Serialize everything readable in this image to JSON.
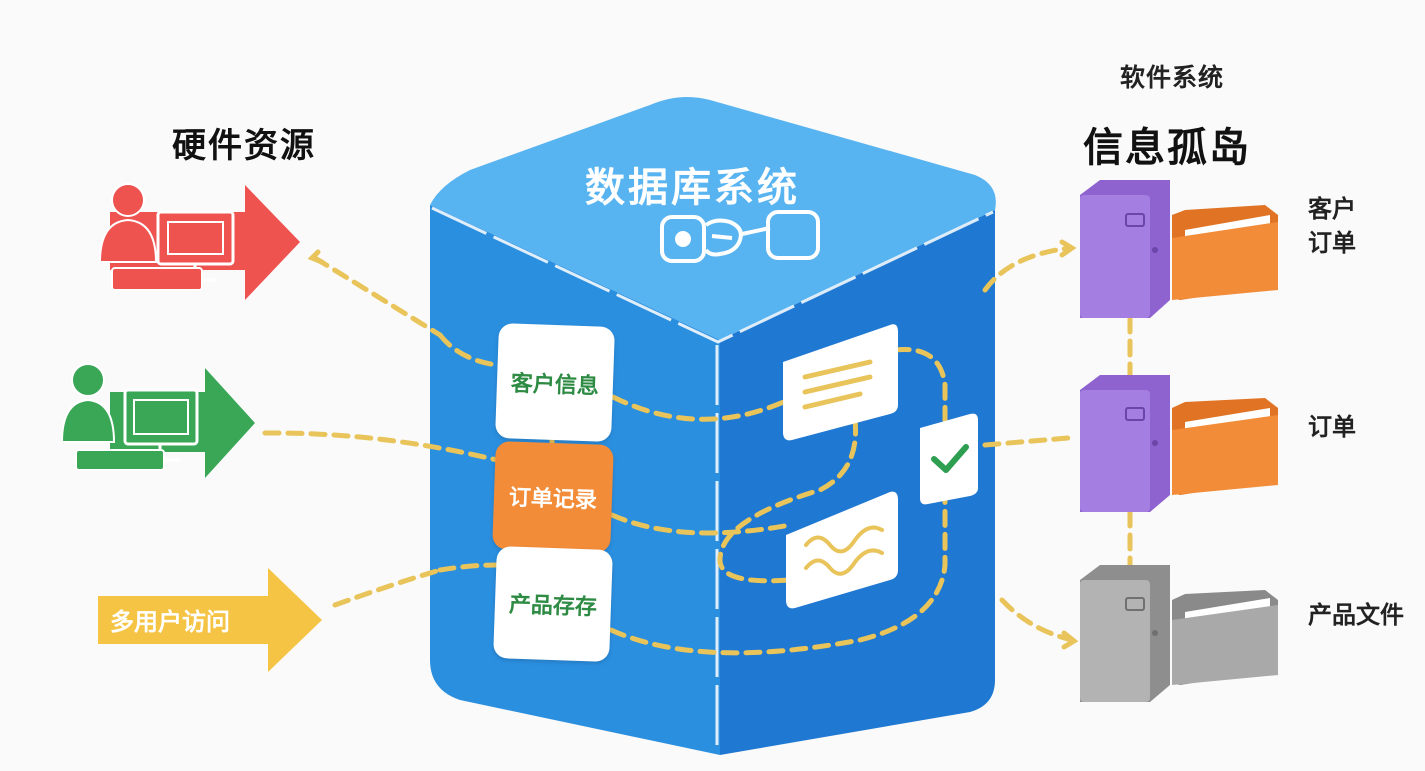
{
  "titles": {
    "hardware": "硬件资源",
    "software_caption": "软件系统",
    "island": "信息孤岛",
    "database": "数据库系统"
  },
  "cube_cards": {
    "customer_info": "客户信息",
    "order_records": "订单记录",
    "product_storage": "产品存存"
  },
  "left_arrows": {
    "multi_user": "多用户访问"
  },
  "right_labels": {
    "customer_orders": "客户\n订单",
    "orders": "订单",
    "product_files": "产品文件"
  },
  "colors": {
    "cube_front": "#2b8fe0",
    "cube_right": "#1f78d1",
    "cube_top": "#58b4f1",
    "dash": "#e8c45a",
    "red": "#ef5350",
    "green": "#3aa757",
    "yellow": "#f6c445",
    "purple": "#a47ee0",
    "orange": "#f28c38",
    "gray": "#a9a9a9"
  },
  "icons": [
    "database-key-icon",
    "document-icon",
    "wave-icon",
    "checkmark-icon",
    "person-computer-icon",
    "server-cabinet-icon",
    "folder-icon"
  ]
}
